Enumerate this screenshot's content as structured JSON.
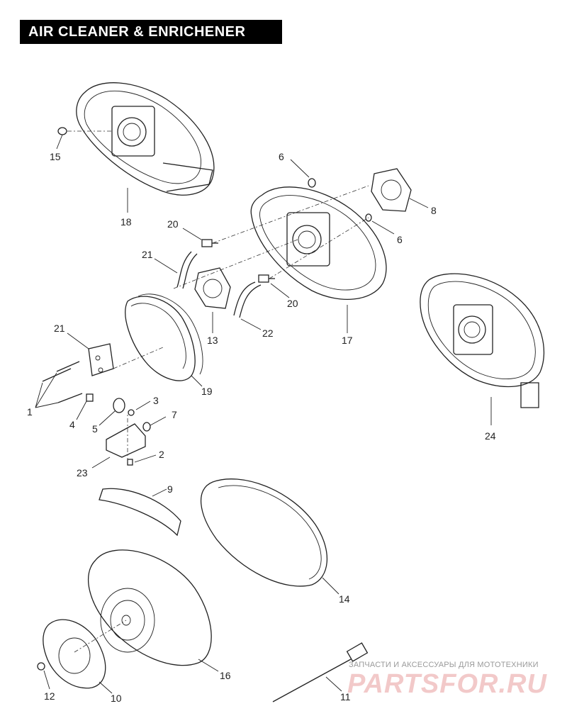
{
  "title": "AIR CLEANER & ENRICHENER",
  "watermark": {
    "line1": "ЗАПЧАСТИ И АКСЕССУАРЫ ДЛЯ МОТОТЕХНИКИ",
    "line2": "PARTSFOR.RU"
  },
  "callouts": {
    "c1": "1",
    "c2": "2",
    "c3": "3",
    "c4": "4",
    "c5": "5",
    "c6a": "6",
    "c6b": "6",
    "c7": "7",
    "c8": "8",
    "c9": "9",
    "c10": "10",
    "c11": "11",
    "c12": "12",
    "c13": "13",
    "c14": "14",
    "c15": "15",
    "c16": "16",
    "c17": "17",
    "c18": "18",
    "c19": "19",
    "c20a": "20",
    "c20b": "20",
    "c21a": "21",
    "c21b": "21",
    "c22": "22",
    "c23": "23",
    "c24": "24"
  }
}
